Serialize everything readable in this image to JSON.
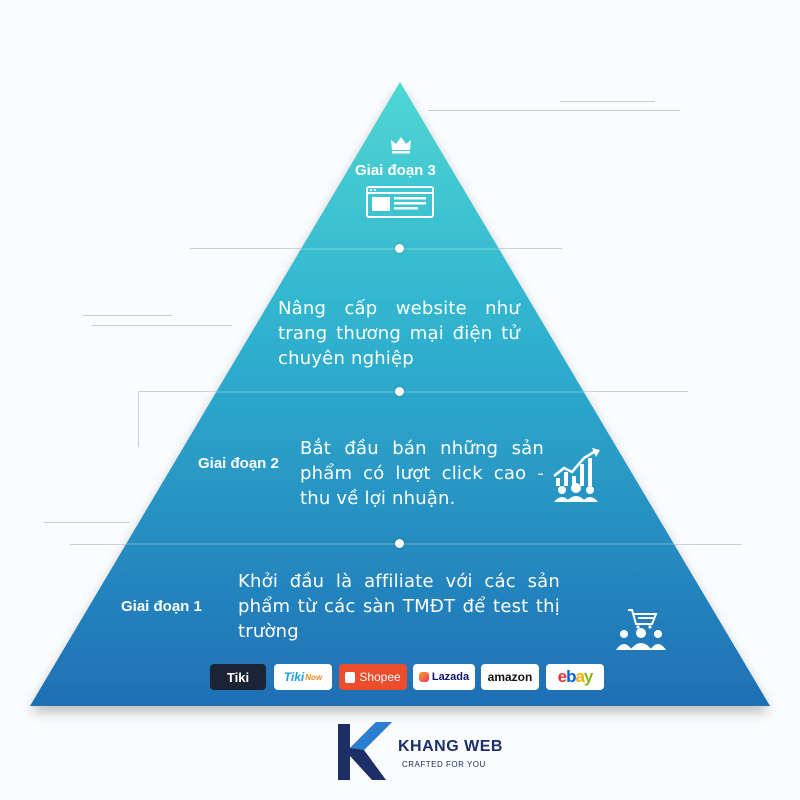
{
  "stages": [
    {
      "label": "Giai đoạn 3",
      "text": ""
    },
    {
      "label": "",
      "text": "Nâng cấp website như trang thương mại điện tử chuyên nghiệp"
    },
    {
      "label": "Giai đoạn 2",
      "text": "Bắt đầu bán những sản phẩm có lượt click cao - thu về lợi nhuận."
    },
    {
      "label": "Giai đoạn 1",
      "text": "Khởi đầu là affiliate với các sản phẩm từ các sàn TMĐT để test thị trường"
    }
  ],
  "platforms": {
    "tiki": "Tiki",
    "tiktok": "Tiki",
    "tiktok_suffix": "Now",
    "shopee": "Shopee",
    "lazada": "Lazada",
    "amazon": "amazon",
    "ebay_e": "e",
    "ebay_b": "b",
    "ebay_a": "a",
    "ebay_y": "y"
  },
  "brand": {
    "name": "KHANG WEB",
    "tagline": "CRAFTED FOR YOU"
  },
  "icons": {
    "top": "crown-icon",
    "top_sub": "website-browser-icon",
    "stage2": "growth-chart-people-icon",
    "stage1": "cart-people-icon"
  },
  "colors": {
    "apex": "#4fd6d3",
    "base": "#1f6fb5",
    "brand": "#1c2f66",
    "brand_accent": "#2a7fd0"
  }
}
